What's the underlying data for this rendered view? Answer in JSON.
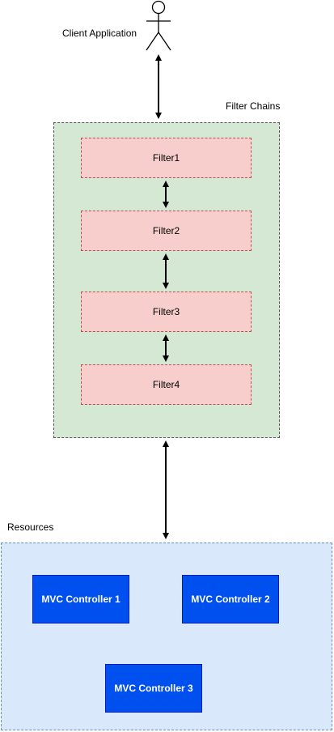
{
  "actor": {
    "label": "Client Application",
    "icon": "stick-figure-actor-icon"
  },
  "filter_chains": {
    "label": "Filter Chains",
    "fill_color": "#d5e8d4",
    "filters": [
      {
        "label": "Filter1"
      },
      {
        "label": "Filter2"
      },
      {
        "label": "Filter3"
      },
      {
        "label": "Filter4"
      }
    ],
    "filter_fill_color": "#f8cecc",
    "filter_border_color": "#b85450"
  },
  "resources": {
    "label": "Resources",
    "fill_color": "#dae8fc",
    "controllers": [
      {
        "label": "MVC Controller 1"
      },
      {
        "label": "MVC Controller 2"
      },
      {
        "label": "MVC Controller 3"
      }
    ],
    "controller_fill_color": "#0050ef"
  }
}
